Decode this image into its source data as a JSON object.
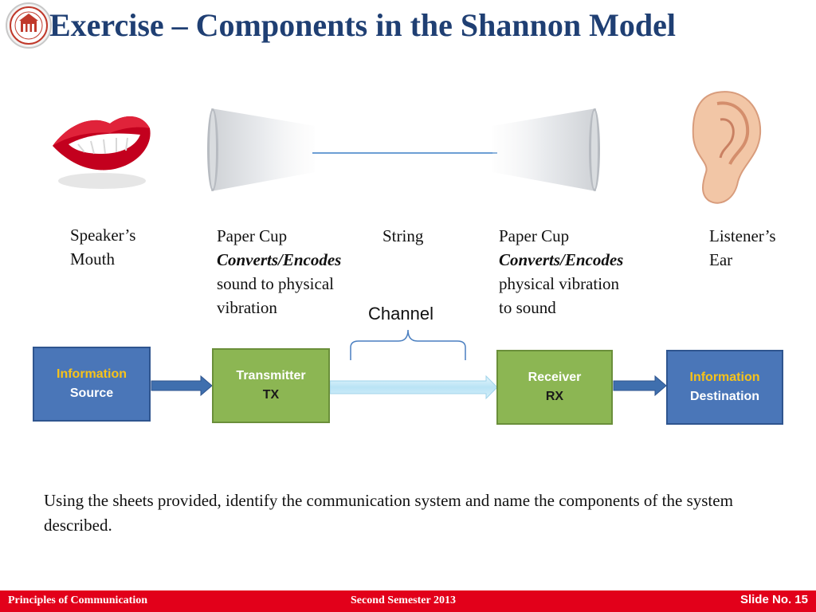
{
  "title": "Exercise – Components in the Shannon Model",
  "images": {
    "logo": "college-seal-logo",
    "mouth": "mouth-icon",
    "cup_left": "paper-cup-icon",
    "string": "string-line",
    "cup_right": "paper-cup-icon",
    "ear": "ear-icon"
  },
  "labels": {
    "mouth": [
      "Speaker’s",
      "Mouth"
    ],
    "cup_left": {
      "line1": "Paper Cup",
      "line2": "Converts/Encodes",
      "line3": "sound to physical",
      "line4": "vibration"
    },
    "string": "String",
    "cup_right": {
      "line1": "Paper Cup",
      "line2": "Converts/Encodes",
      "line3": "physical vibration",
      "line4": "to sound"
    },
    "ear": [
      "Listener’s",
      "Ear"
    ]
  },
  "diagram": {
    "channel_label": "Channel",
    "blocks": [
      {
        "line1": "Information",
        "line2": "Source"
      },
      {
        "line1": "Transmitter",
        "line2": "TX"
      },
      {
        "line1": "Receiver",
        "line2": "RX"
      },
      {
        "line1": "Information",
        "line2": "Destination"
      }
    ]
  },
  "instruction": "Using the sheets provided, identify the communication system and name the components of the system described.",
  "footer": {
    "left": "Principles of Communication",
    "center": "Second Semester 2013",
    "right": "Slide No. 15"
  },
  "colors": {
    "title": "#1f3f73",
    "block_blue": "#4a76b8",
    "block_green": "#8cb653",
    "highlight": "#f7c31a",
    "footer_bar": "#e2001a",
    "channel_arrow": "#bfe6f7"
  }
}
